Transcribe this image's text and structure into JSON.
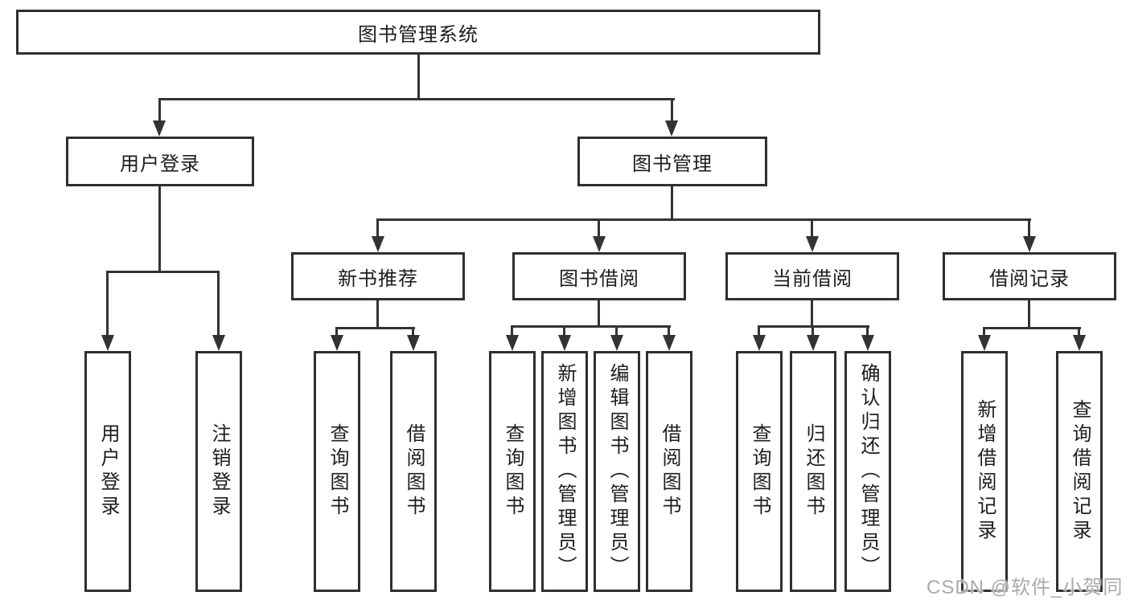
{
  "diagram": {
    "root": {
      "label": "图书管理系统"
    },
    "level1": [
      {
        "label": "用户登录"
      },
      {
        "label": "图书管理"
      }
    ],
    "level2": [
      {
        "label": "新书推荐"
      },
      {
        "label": "图书借阅"
      },
      {
        "label": "当前借阅"
      },
      {
        "label": "借阅记录"
      }
    ],
    "leaves": {
      "user_login": [
        {
          "label": "用户登录"
        },
        {
          "label": "注销登录"
        }
      ],
      "new_books": [
        {
          "label": "查询图书"
        },
        {
          "label": "借阅图书"
        }
      ],
      "book_borrow": [
        {
          "label": "查询图书"
        },
        {
          "label": "新增图书（管理员）"
        },
        {
          "label": "编辑图书（管理员）"
        },
        {
          "label": "借阅图书"
        }
      ],
      "current_borrow": [
        {
          "label": "查询图书"
        },
        {
          "label": "归还图书"
        },
        {
          "label": "确认归还（管理员）"
        }
      ],
      "borrow_records": [
        {
          "label": "新增借阅记录"
        },
        {
          "label": "查询借阅记录"
        }
      ]
    },
    "watermark": "CSDN @软件_小贺同学",
    "colors": {
      "line": "#333333",
      "border": "#2f2f2f",
      "text": "#1d1d1d",
      "background": "#ffffff",
      "watermark": "#aaaaaa"
    }
  }
}
